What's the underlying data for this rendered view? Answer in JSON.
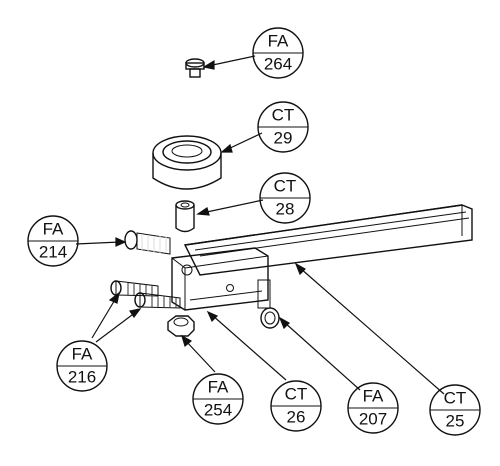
{
  "callouts": [
    {
      "top": "FA",
      "bottom": "264"
    },
    {
      "top": "CT",
      "bottom": "29"
    },
    {
      "top": "CT",
      "bottom": "28"
    },
    {
      "top": "FA",
      "bottom": "214"
    },
    {
      "top": "FA",
      "bottom": "216"
    },
    {
      "top": "FA",
      "bottom": "254"
    },
    {
      "top": "CT",
      "bottom": "26"
    },
    {
      "top": "FA",
      "bottom": "207"
    },
    {
      "top": "CT",
      "bottom": "25"
    }
  ],
  "colors": {
    "line": "#111111",
    "background": "#ffffff",
    "shade": "#d9d9d9"
  }
}
